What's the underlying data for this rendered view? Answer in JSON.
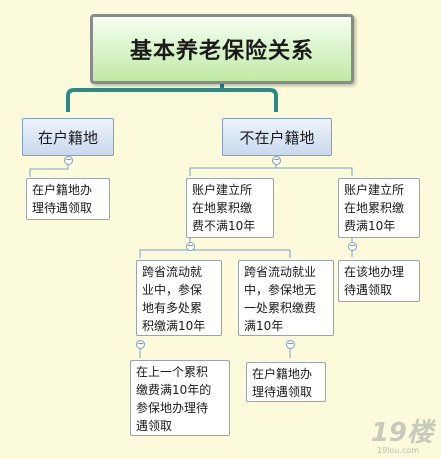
{
  "root": {
    "title": "基本养老保险关系"
  },
  "branches": {
    "in_household": {
      "label": "在户籍地",
      "children": [
        {
          "text": "在户籍地办\n理待遇领取"
        }
      ]
    },
    "not_in_household": {
      "label": "不在户籍地",
      "children": [
        {
          "text": "账户建立所\n在地累积缴\n费不满10年",
          "children": [
            {
              "text": "跨省流动就\n业中，参保\n地有多处累\n积缴满10年",
              "children": [
                {
                  "text": "在上一个累积\n缴费满10年的\n参保地办理待\n遇领取"
                }
              ]
            },
            {
              "text": "跨省流动就业\n中，参保地无\n一处累积缴费\n满10年",
              "children": [
                {
                  "text": "在户籍地办\n理待遇领取"
                }
              ]
            }
          ]
        },
        {
          "text": "账户建立所\n在地累积缴\n费满10年",
          "children": [
            {
              "text": "在该地办理\n待遇领取"
            }
          ]
        }
      ]
    }
  },
  "toggle_symbol": "−",
  "watermark": {
    "logo": "19楼",
    "url": "19lou.com"
  },
  "colors": {
    "background": "#fbfbdc",
    "connector": "#7f9fc6",
    "root_border": "#8a8a8a"
  }
}
